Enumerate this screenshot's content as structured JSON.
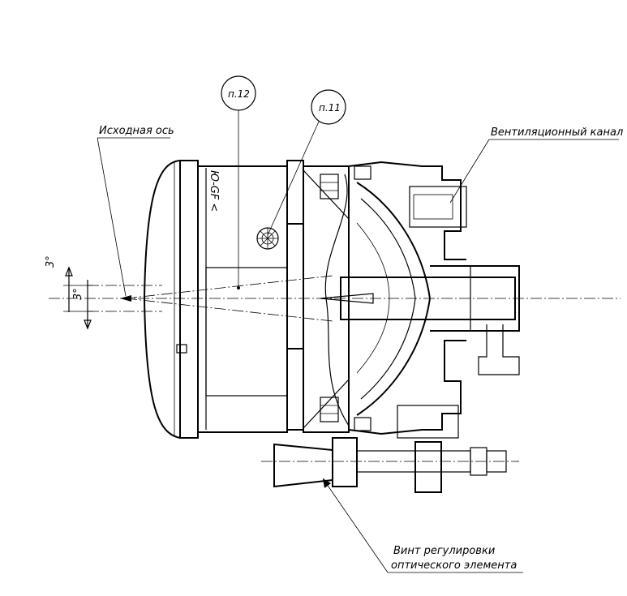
{
  "labels": {
    "source_axis": "Исходная ось",
    "vent_channel": "Вентиляционный канал",
    "adjust_screw_line1": "Винт регулировки",
    "adjust_screw_line2": "оптического элемента",
    "item12": "п.12",
    "item11": "п.11",
    "angle_top": "3°",
    "angle_bottom": "3°",
    "housing_marking": "Ю-GF <"
  }
}
